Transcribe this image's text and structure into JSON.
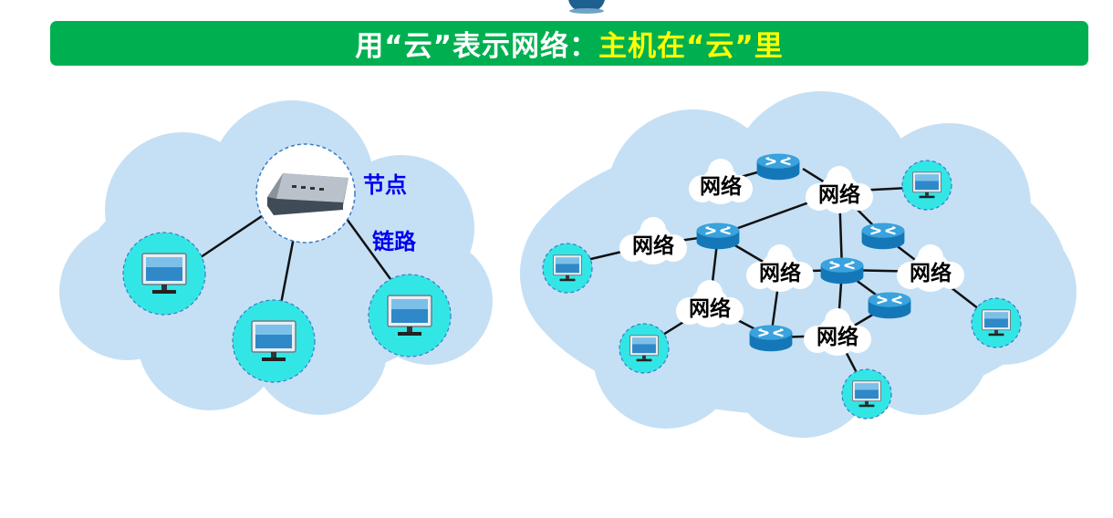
{
  "title": {
    "part1": "用“云”表示网络：",
    "part2": "主机在“云”里"
  },
  "left_diagram": {
    "node_label": "节点",
    "link_label": "链路"
  },
  "right_diagram": {
    "network_label": "网络"
  },
  "colors": {
    "banner": "#00b050",
    "title_white": "#ffffff",
    "title_yellow": "#ffff00",
    "cloud": "#c5e0f5",
    "host_circle": "#33e6e6",
    "label_blue": "#0000ee"
  },
  "icons": [
    "globe-icon",
    "switch-icon",
    "computer-icon",
    "router-icon",
    "cloud-icon"
  ]
}
